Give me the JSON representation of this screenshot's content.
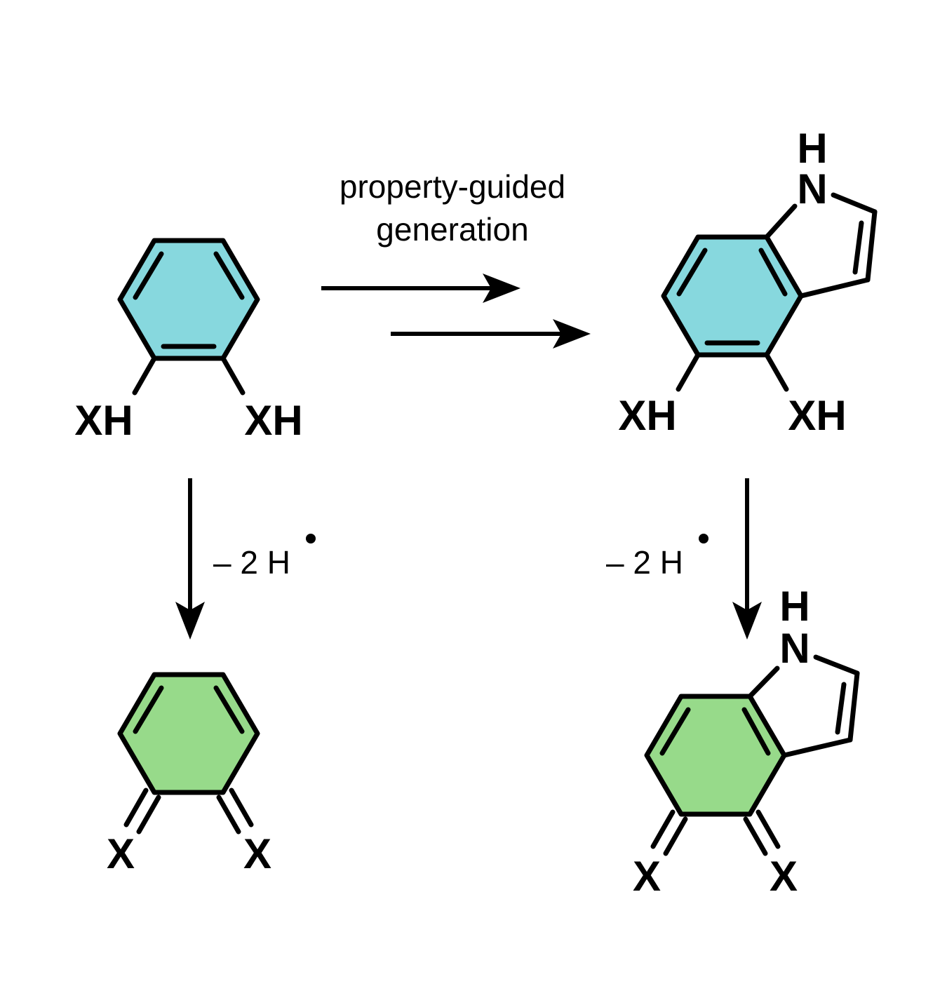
{
  "reaction_label": {
    "line1": "property-guided",
    "line2": "generation"
  },
  "step_label": {
    "left": "– 2 H",
    "right": "– 2 H"
  },
  "atoms": {
    "xh": "XH",
    "x": "X",
    "n": "N",
    "h": "H"
  },
  "colors": {
    "reduced_ring": "#87D8DE",
    "oxidized_ring": "#97DA8A",
    "line": "#000000",
    "background": "#ffffff"
  }
}
